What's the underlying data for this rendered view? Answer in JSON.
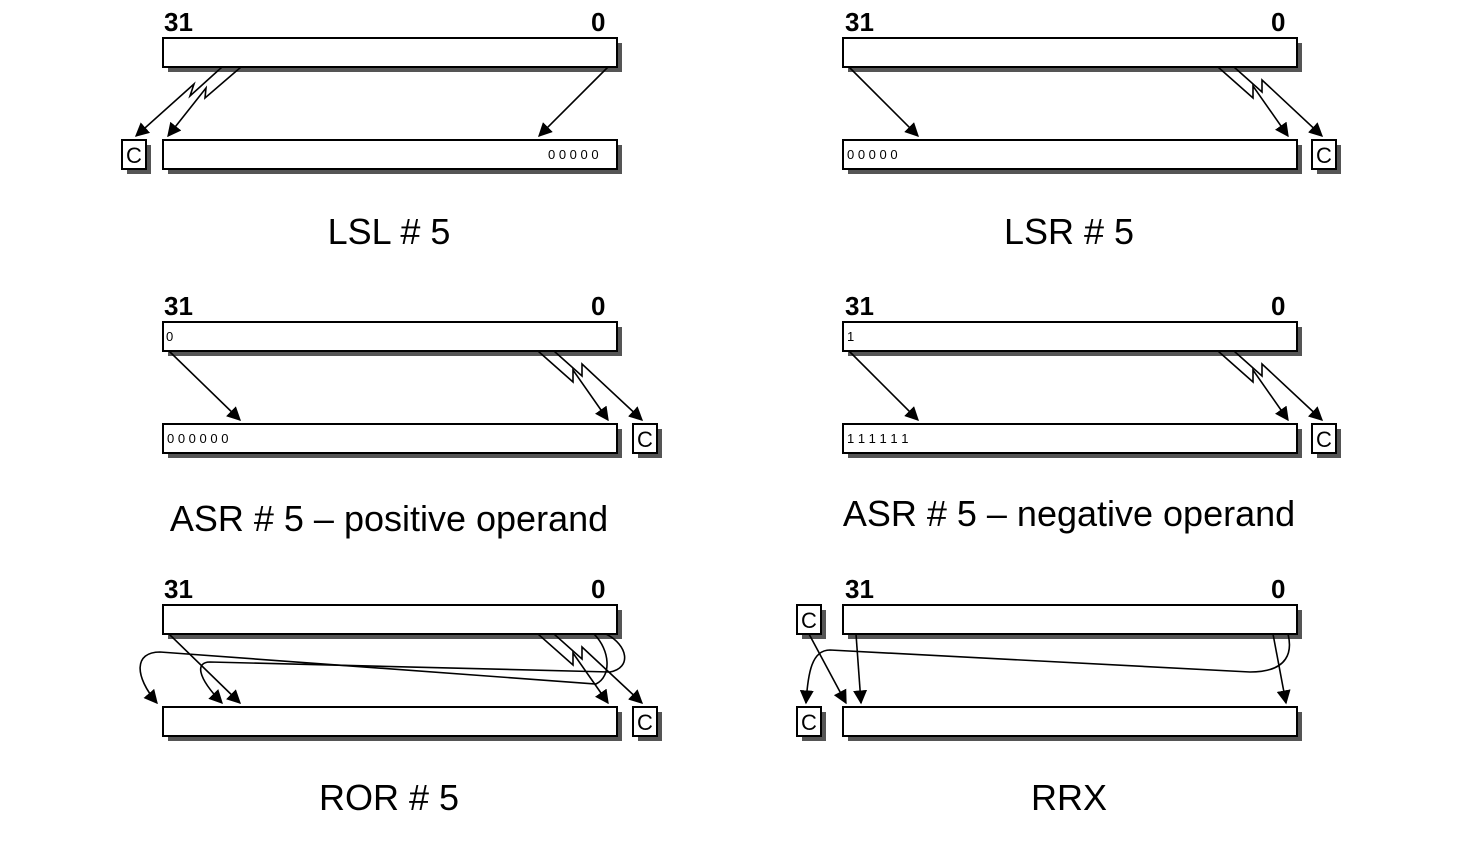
{
  "panels": {
    "lsl": {
      "bit_high": "31",
      "bit_low": "0",
      "fill": "0 0 0 0 0",
      "carry": "C",
      "caption": "LSL # 5"
    },
    "lsr": {
      "bit_high": "31",
      "bit_low": "0",
      "fill": "0 0 0 0 0",
      "carry": "C",
      "caption": "LSR # 5"
    },
    "asr_pos": {
      "bit_high": "31",
      "bit_low": "0",
      "sign": "0",
      "fill": "0 0 0 0 0 0",
      "carry": "C",
      "caption": "ASR # 5 – positive operand"
    },
    "asr_neg": {
      "bit_high": "31",
      "bit_low": "0",
      "sign": "1",
      "fill": "1 1 1 1 1 1",
      "carry": "C",
      "caption": "ASR # 5 – negative operand"
    },
    "ror": {
      "bit_high": "31",
      "bit_low": "0",
      "carry": "C",
      "caption": "ROR # 5"
    },
    "rrx": {
      "bit_high": "31",
      "bit_low": "0",
      "carry_in": "C",
      "carry_out": "C",
      "caption": "RRX"
    }
  }
}
